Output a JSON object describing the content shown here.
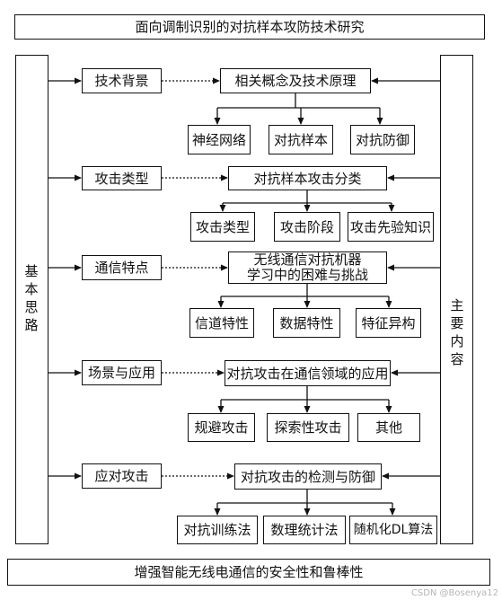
{
  "title": "面向调制识别的对抗样本攻防技术研究",
  "left_label": "基本思路",
  "right_label": "主要内容",
  "sections": [
    {
      "left": "技术背景",
      "center": [
        "相关概念及技术原理"
      ],
      "children": [
        "神经网络",
        "对抗样本",
        "对抗防御"
      ]
    },
    {
      "left": "攻击类型",
      "center": [
        "对抗样本攻击分类"
      ],
      "children": [
        "攻击类型",
        "攻击阶段",
        "攻击先验知识"
      ]
    },
    {
      "left": "通信特点",
      "center": [
        "无线通信对抗机器",
        "学习中的困难与挑战"
      ],
      "children": [
        "信道特性",
        "数据特性",
        "特征异构"
      ]
    },
    {
      "left": "场景与应用",
      "center": [
        "对抗攻击在通信领域的应用"
      ],
      "children": [
        "规避攻击",
        "探索性攻击",
        "其他"
      ]
    },
    {
      "left": "应对攻击",
      "center": [
        "对抗攻击的检测与防御"
      ],
      "children": [
        "对抗训练法",
        "数理统计法",
        "随机化DL算法"
      ]
    }
  ],
  "bottom": "增强智能无线电通信的安全性和鲁棒性",
  "watermark": "CSDN @Bosenya12"
}
